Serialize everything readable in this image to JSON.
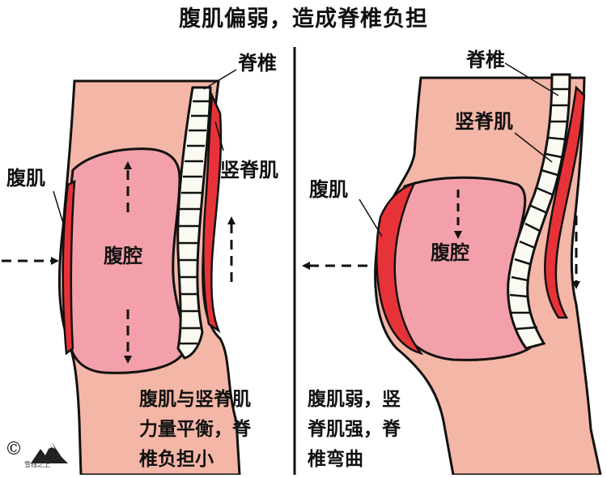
{
  "title": "腹肌偏弱，造成脊椎负担",
  "left_panel": {
    "label_spine": "脊椎",
    "label_erector": "竖脊肌",
    "label_abs": "腹肌",
    "label_cavity": "腹腔",
    "caption": "腹肌与竖脊肌\n力量平衡，脊\n椎负担小"
  },
  "right_panel": {
    "label_spine": "脊椎",
    "label_erector": "竖脊肌",
    "label_abs": "腹肌",
    "label_cavity": "腹腔",
    "caption": "腹肌弱，竖\n脊肌强，脊\n椎弯曲"
  },
  "footer": {
    "copyright": "©",
    "logo_text": "雪线之上"
  },
  "colors": {
    "skin": "#f4b6a6",
    "cavity": "#f3a0aa",
    "muscle": "#e73338",
    "vertebra": "#fbfaf2",
    "outline": "#111111"
  }
}
